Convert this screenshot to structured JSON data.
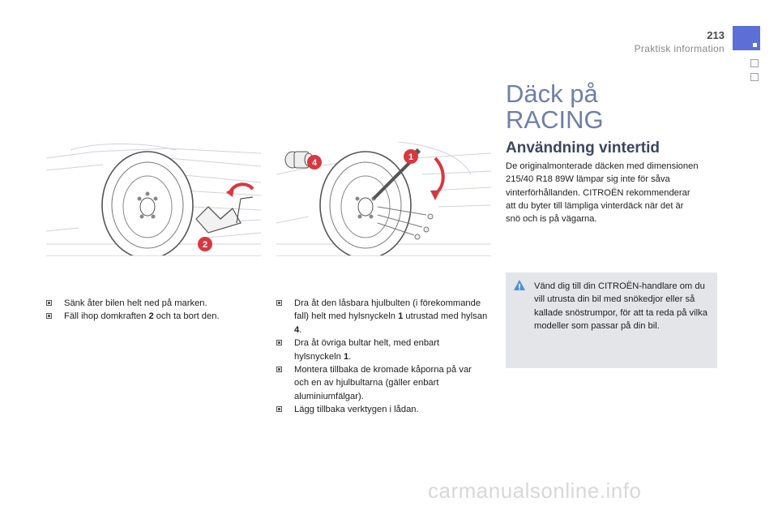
{
  "header": {
    "page_number": "213",
    "section": "Praktisk information"
  },
  "title": {
    "line1": "Däck på",
    "line2": "RACING"
  },
  "section_heading": "Användning vintertid",
  "intro_text": "De originalmonterade däcken med dimensionen 215/40 R18 89W lämpar sig inte för såva vinterförhållanden. CITROËN rekommenderar att du byter till lämpliga vinterdäck när det är snö och is på vägarna.",
  "info_box": {
    "text": "Vänd dig till din CITROËN-handlare om du vill utrusta din bil med snökedjor eller så kallade snöstrumpor, för att ta reda på vilka modeller som passar på din bil."
  },
  "figure_left": {
    "callout_2": "2"
  },
  "figure_right": {
    "callout_1": "1",
    "callout_4": "4"
  },
  "list_left": [
    {
      "pre": "Sänk åter bilen helt ned på marken.",
      "bold": "",
      "post": ""
    },
    {
      "pre": "Fäll ihop domkraften ",
      "bold": "2",
      "post": " och ta bort den."
    }
  ],
  "list_right": [
    {
      "pre": "Dra åt den låsbara hjulbulten (i förekommande fall) helt med hylsnyckeln ",
      "bold": "1",
      "post": " utrustad med hylsan ",
      "bold2": "4",
      "post2": "."
    },
    {
      "pre": "Dra åt övriga bultar helt, med enbart hylsnyckeln ",
      "bold": "1",
      "post": "."
    },
    {
      "pre": "Montera tillbaka de kromade kåporna på var och en av hjulbultarna (gäller enbart aluminiumfälgar).",
      "bold": "",
      "post": ""
    },
    {
      "pre": "Lägg tillbaka verktygen i lådan.",
      "bold": "",
      "post": ""
    }
  ],
  "watermark": "carmanualsonline.info",
  "colors": {
    "accent_blue": "#5b6fd6",
    "title_color": "#6f7fa8",
    "callout_red": "#d9373f"
  },
  "icons": [
    "info-icon",
    "checkbox-bullet-icon"
  ]
}
